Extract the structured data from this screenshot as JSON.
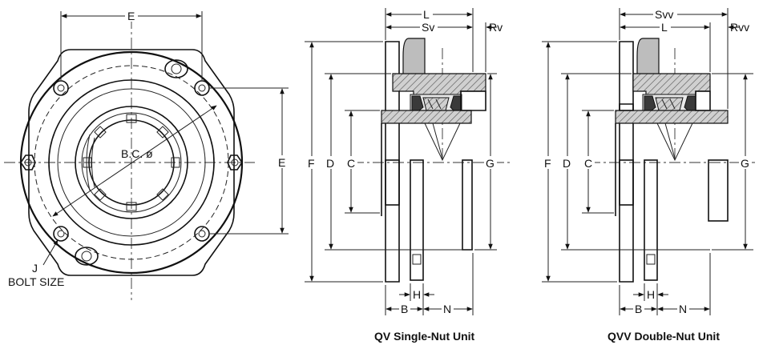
{
  "front_view": {
    "dim_e_top": "E",
    "dim_e_side": "E",
    "bc_label": "B.C. ø",
    "bolt_label_j": "J",
    "bolt_label_size": "BOLT SIZE"
  },
  "qv_unit": {
    "caption": "QV Single-Nut Unit",
    "dims": {
      "L": "L",
      "S": "Sv",
      "R": "Rv",
      "F": "F",
      "D": "D",
      "C": "C",
      "G": "G",
      "H": "H",
      "B": "B",
      "N": "N"
    }
  },
  "qvv_unit": {
    "caption": "QVV Double-Nut Unit",
    "dims": {
      "S": "Svv",
      "L": "L",
      "R": "Rvv",
      "F": "F",
      "D": "D",
      "C": "C",
      "G": "G",
      "H": "H",
      "B": "B",
      "N": "N"
    }
  }
}
